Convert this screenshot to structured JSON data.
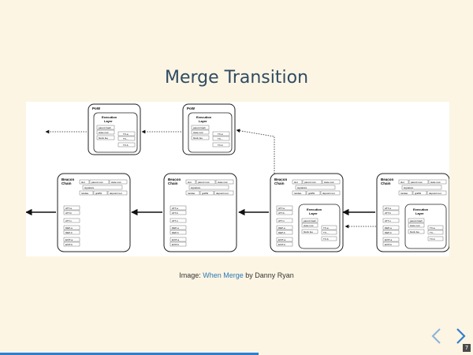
{
  "slide": {
    "title": "Merge Transition",
    "caption_prefix": "Image: ",
    "caption_link": "When Merge",
    "caption_suffix": " by Danny Ryan",
    "slide_number": "7"
  },
  "diagram": {
    "pow_label": "PoW",
    "exec_label_1": "Execution",
    "exec_label_2": "Layer",
    "beacon_label_1": "Beacon",
    "beacon_label_2": "Chain",
    "slot": "slot",
    "parent_root": "parent root",
    "state_root": "state root",
    "signature": "signature",
    "randao": "randao",
    "graffiti": "graffiti",
    "deposit_root": "deposit root",
    "parent_hash": "parent hash",
    "block_fee": "block fee",
    "tx_a": "TX-a",
    "tx_b": "TX-b",
    "tx_c": "TX-c",
    "tx_more": "TX-...",
    "att_a": "ATT-a",
    "att_b": "ATT-b",
    "att_n": "ATT-n",
    "dep_a": "DEP-a",
    "dep_b": "DEP-b",
    "exit_a": "EXIT-a",
    "exit_b": "EXIT-b"
  },
  "colors": {
    "background": "#fcf5e3",
    "title": "#2f4b63",
    "link": "#2878b8",
    "nav": "#2f7fcf",
    "progress": "#2f7fcf"
  }
}
